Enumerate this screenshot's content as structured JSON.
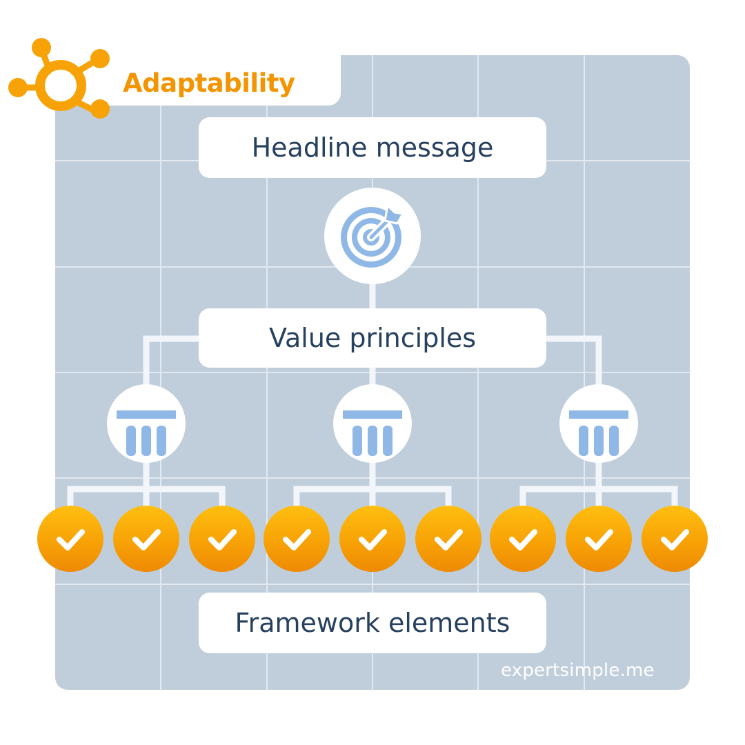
{
  "title": {
    "text": "Adaptability",
    "icon": "hub-network-icon"
  },
  "diagram": {
    "headline": {
      "label": "Headline message",
      "icon": "target-arrow-icon"
    },
    "values": {
      "label": "Value principles",
      "pillars": [
        {
          "icon": "pillar-icon"
        },
        {
          "icon": "pillar-icon"
        },
        {
          "icon": "pillar-icon"
        }
      ]
    },
    "framework": {
      "label": "Framework elements",
      "items_per_pillar": 3,
      "item_icon": "checkmark-icon"
    }
  },
  "watermark": "expertsimple.me",
  "colors": {
    "accent": "#f39400",
    "panel": "#c0cedb",
    "text": "#26405e",
    "icon_blue": "#8fb8e6",
    "connector": "#f2f6fa"
  }
}
